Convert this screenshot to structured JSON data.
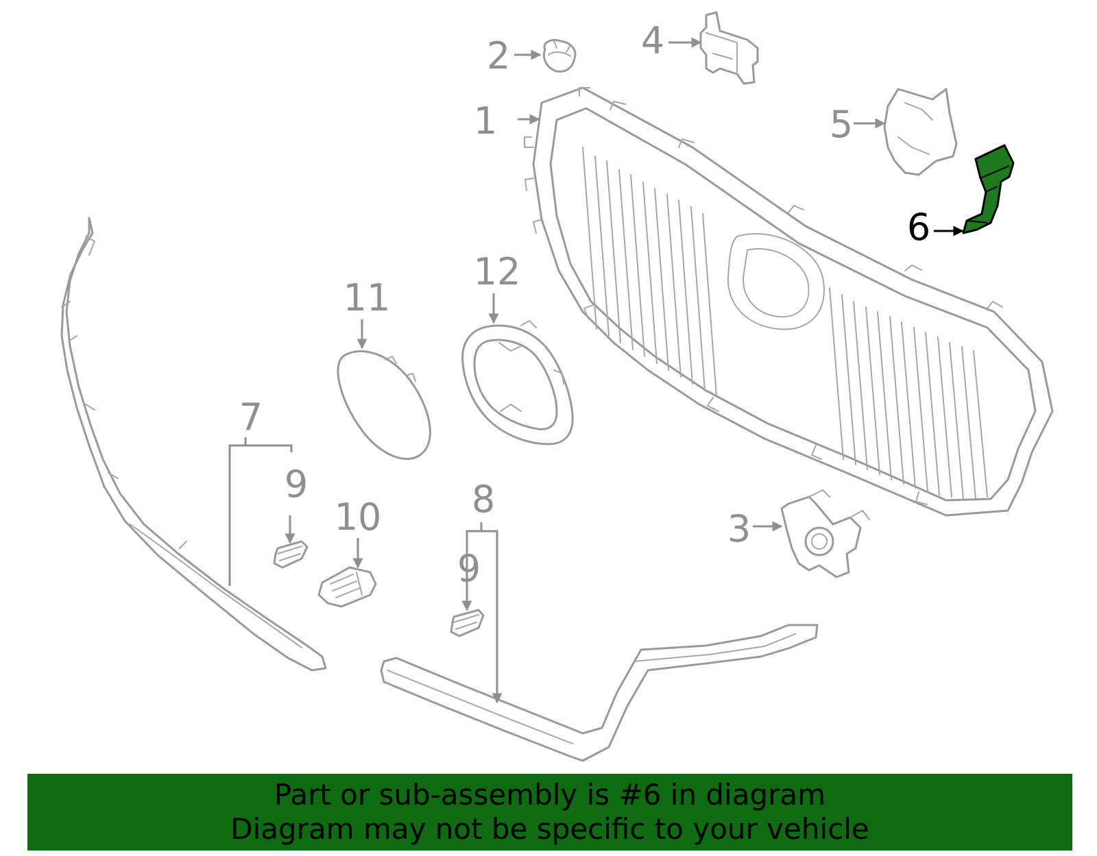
{
  "diagram": {
    "highlighted_part": "6",
    "highlight_color": "#1f7a1f",
    "callouts": {
      "c1": "1",
      "c2": "2",
      "c3": "3",
      "c4": "4",
      "c5": "5",
      "c6": "6",
      "c7": "7",
      "c8": "8",
      "c9a": "9",
      "c9b": "9",
      "c10": "10",
      "c11": "11",
      "c12": "12"
    }
  },
  "banner": {
    "line1": "Part or sub-assembly is #6 in diagram",
    "line2": "Diagram may not be specific to your vehicle",
    "background_color": "#0f6b12"
  }
}
